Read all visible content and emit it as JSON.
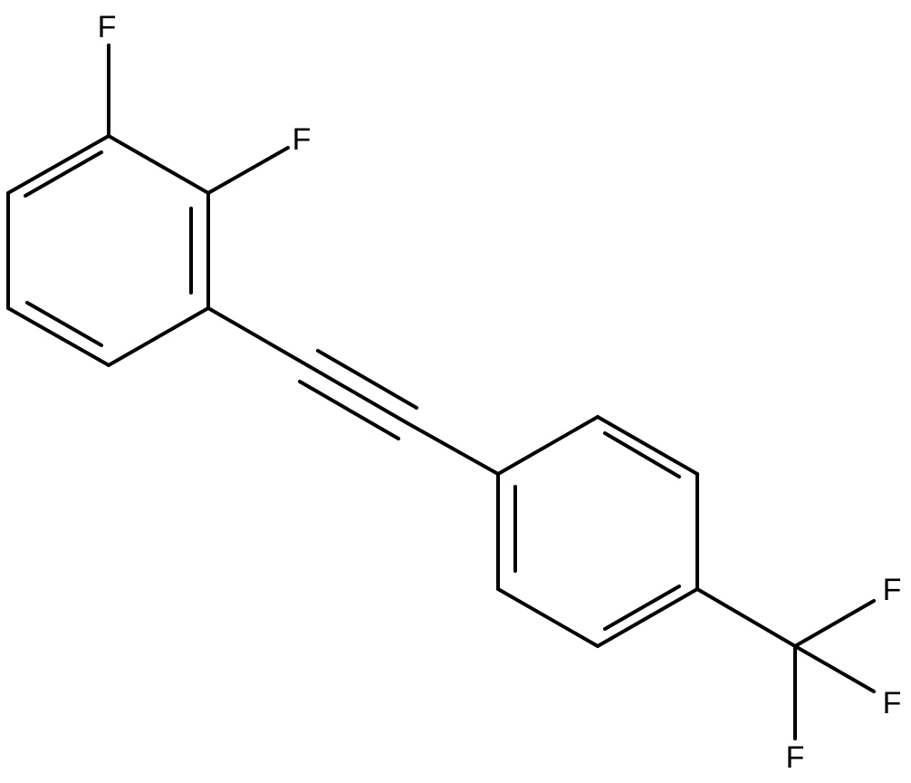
{
  "molecule": {
    "atom_labels": [
      "F",
      "F",
      "F",
      "F",
      "F"
    ],
    "colors": {
      "bond": "#000000",
      "label": "#000000",
      "background": "#ffffff"
    }
  }
}
